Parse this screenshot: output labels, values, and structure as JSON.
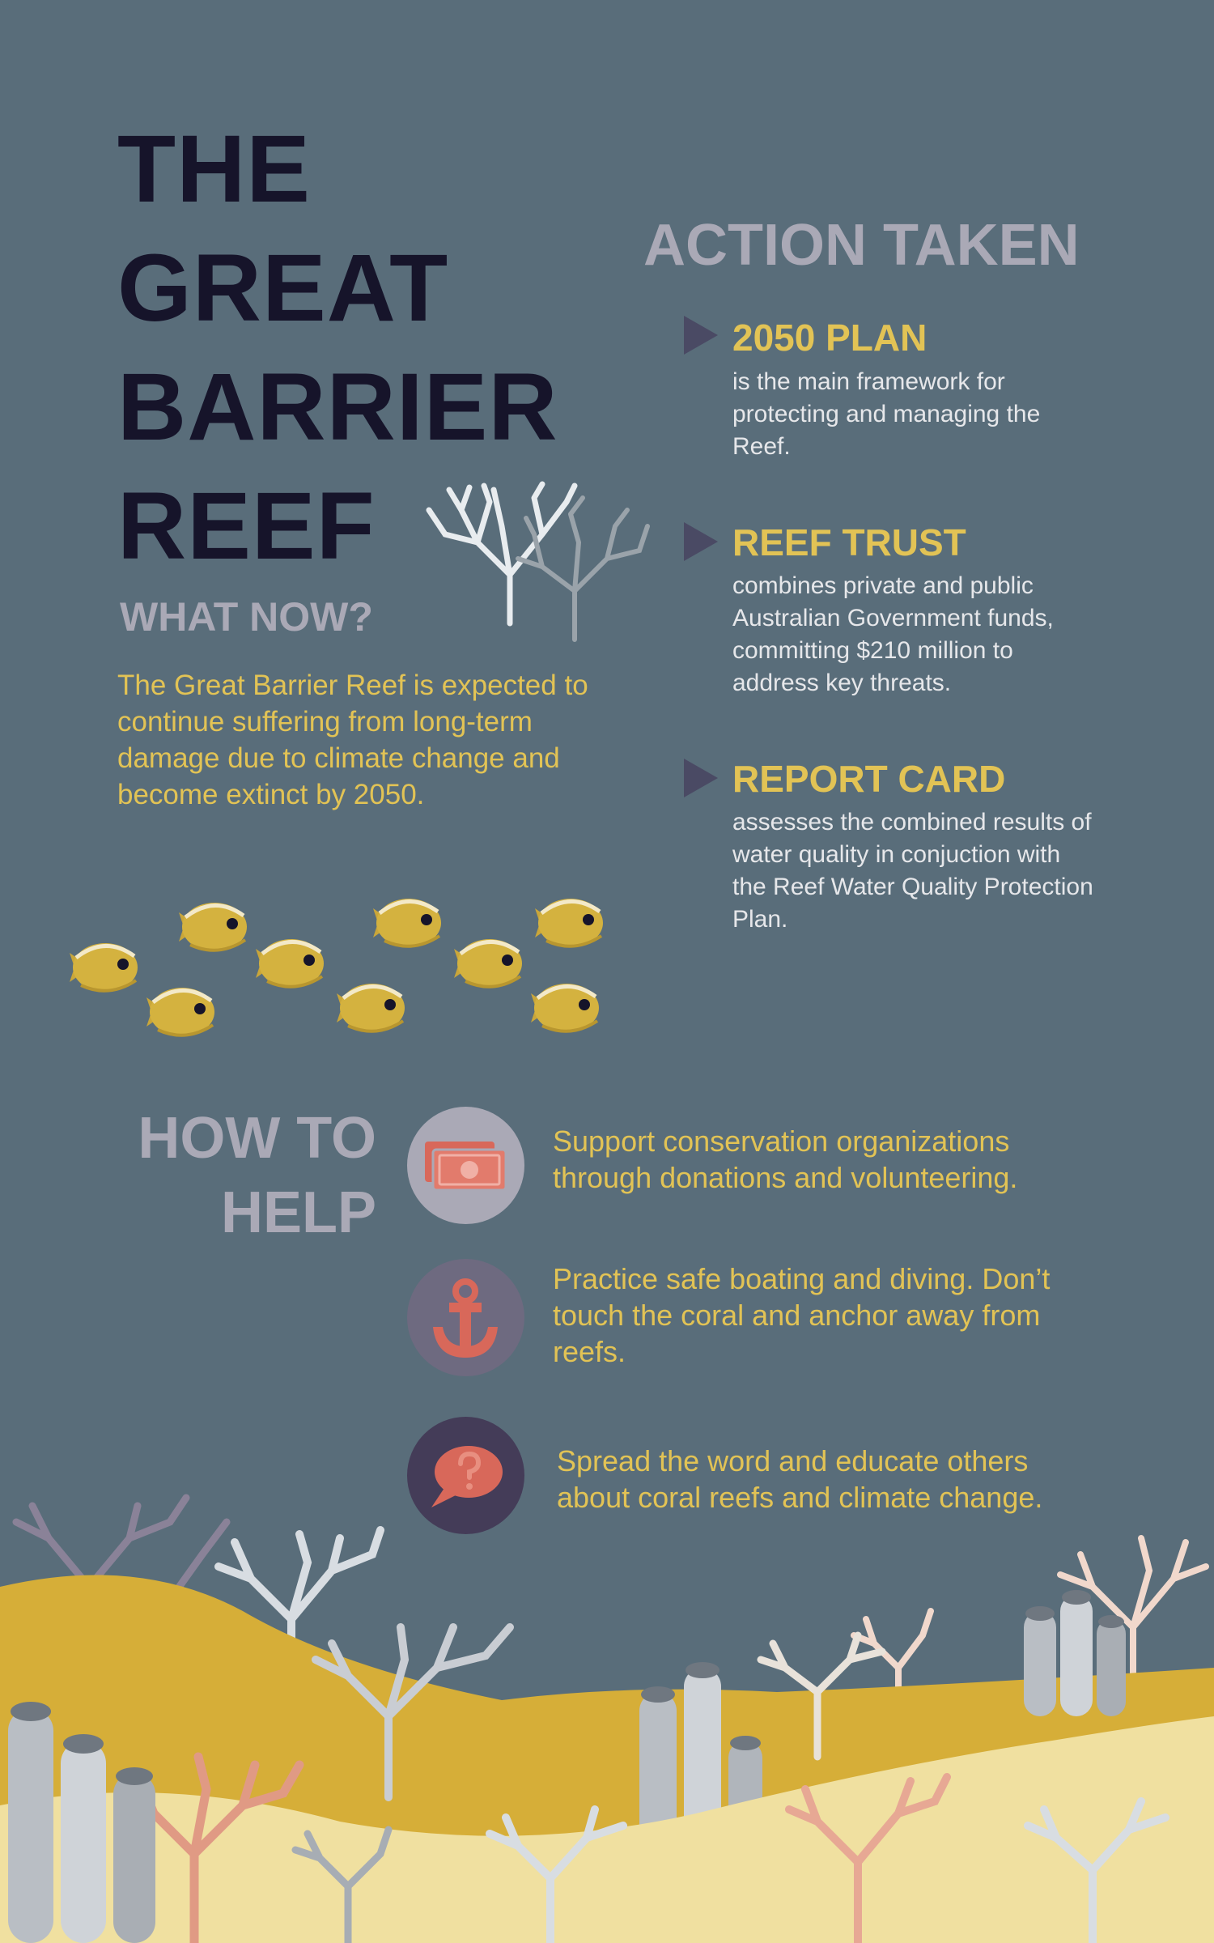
{
  "title": {
    "line1": "THE",
    "line2": "GREAT",
    "line3": "BARRIER",
    "line4": "REEF"
  },
  "subtitle": "WHAT NOW?",
  "intro": "The Great Barrier Reef is expected to continue suffering from long-term damage due to climate change and become extinct by 2050.",
  "action": {
    "heading": "ACTION TAKEN",
    "items": [
      {
        "title": "2050 PLAN",
        "description": "is the main framework for protecting and managing the Reef."
      },
      {
        "title": "REEF TRUST",
        "description": "combines private and public Australian Government funds, committing $210 million to address key threats."
      },
      {
        "title": "REPORT CARD",
        "description": "assesses the combined results of water quality in conjuction with the Reef Water Quality Protection Plan."
      }
    ]
  },
  "help": {
    "heading_line1": "HOW TO",
    "heading_line2": "HELP",
    "items": [
      {
        "icon": "money-icon",
        "text": "Support conservation organizations through donations and volunteering."
      },
      {
        "icon": "anchor-icon",
        "text": "Practice safe boating and diving. Don’t touch the coral and anchor away from reefs."
      },
      {
        "icon": "speech-bubble-icon",
        "text": "Spread the word and educate others about coral reefs and climate change."
      }
    ]
  },
  "colors": {
    "background": "#596d7a",
    "title": "#16142a",
    "heading_gray": "#aaa9b6",
    "accent_yellow": "#e2c355",
    "body_text": "#e6e7ea",
    "sand_dark": "#d6ae38",
    "sand_light": "#f0e0a0",
    "coral_pink": "#e09a84",
    "coral_white": "#d8dde2",
    "icon_red": "#d8685a"
  }
}
